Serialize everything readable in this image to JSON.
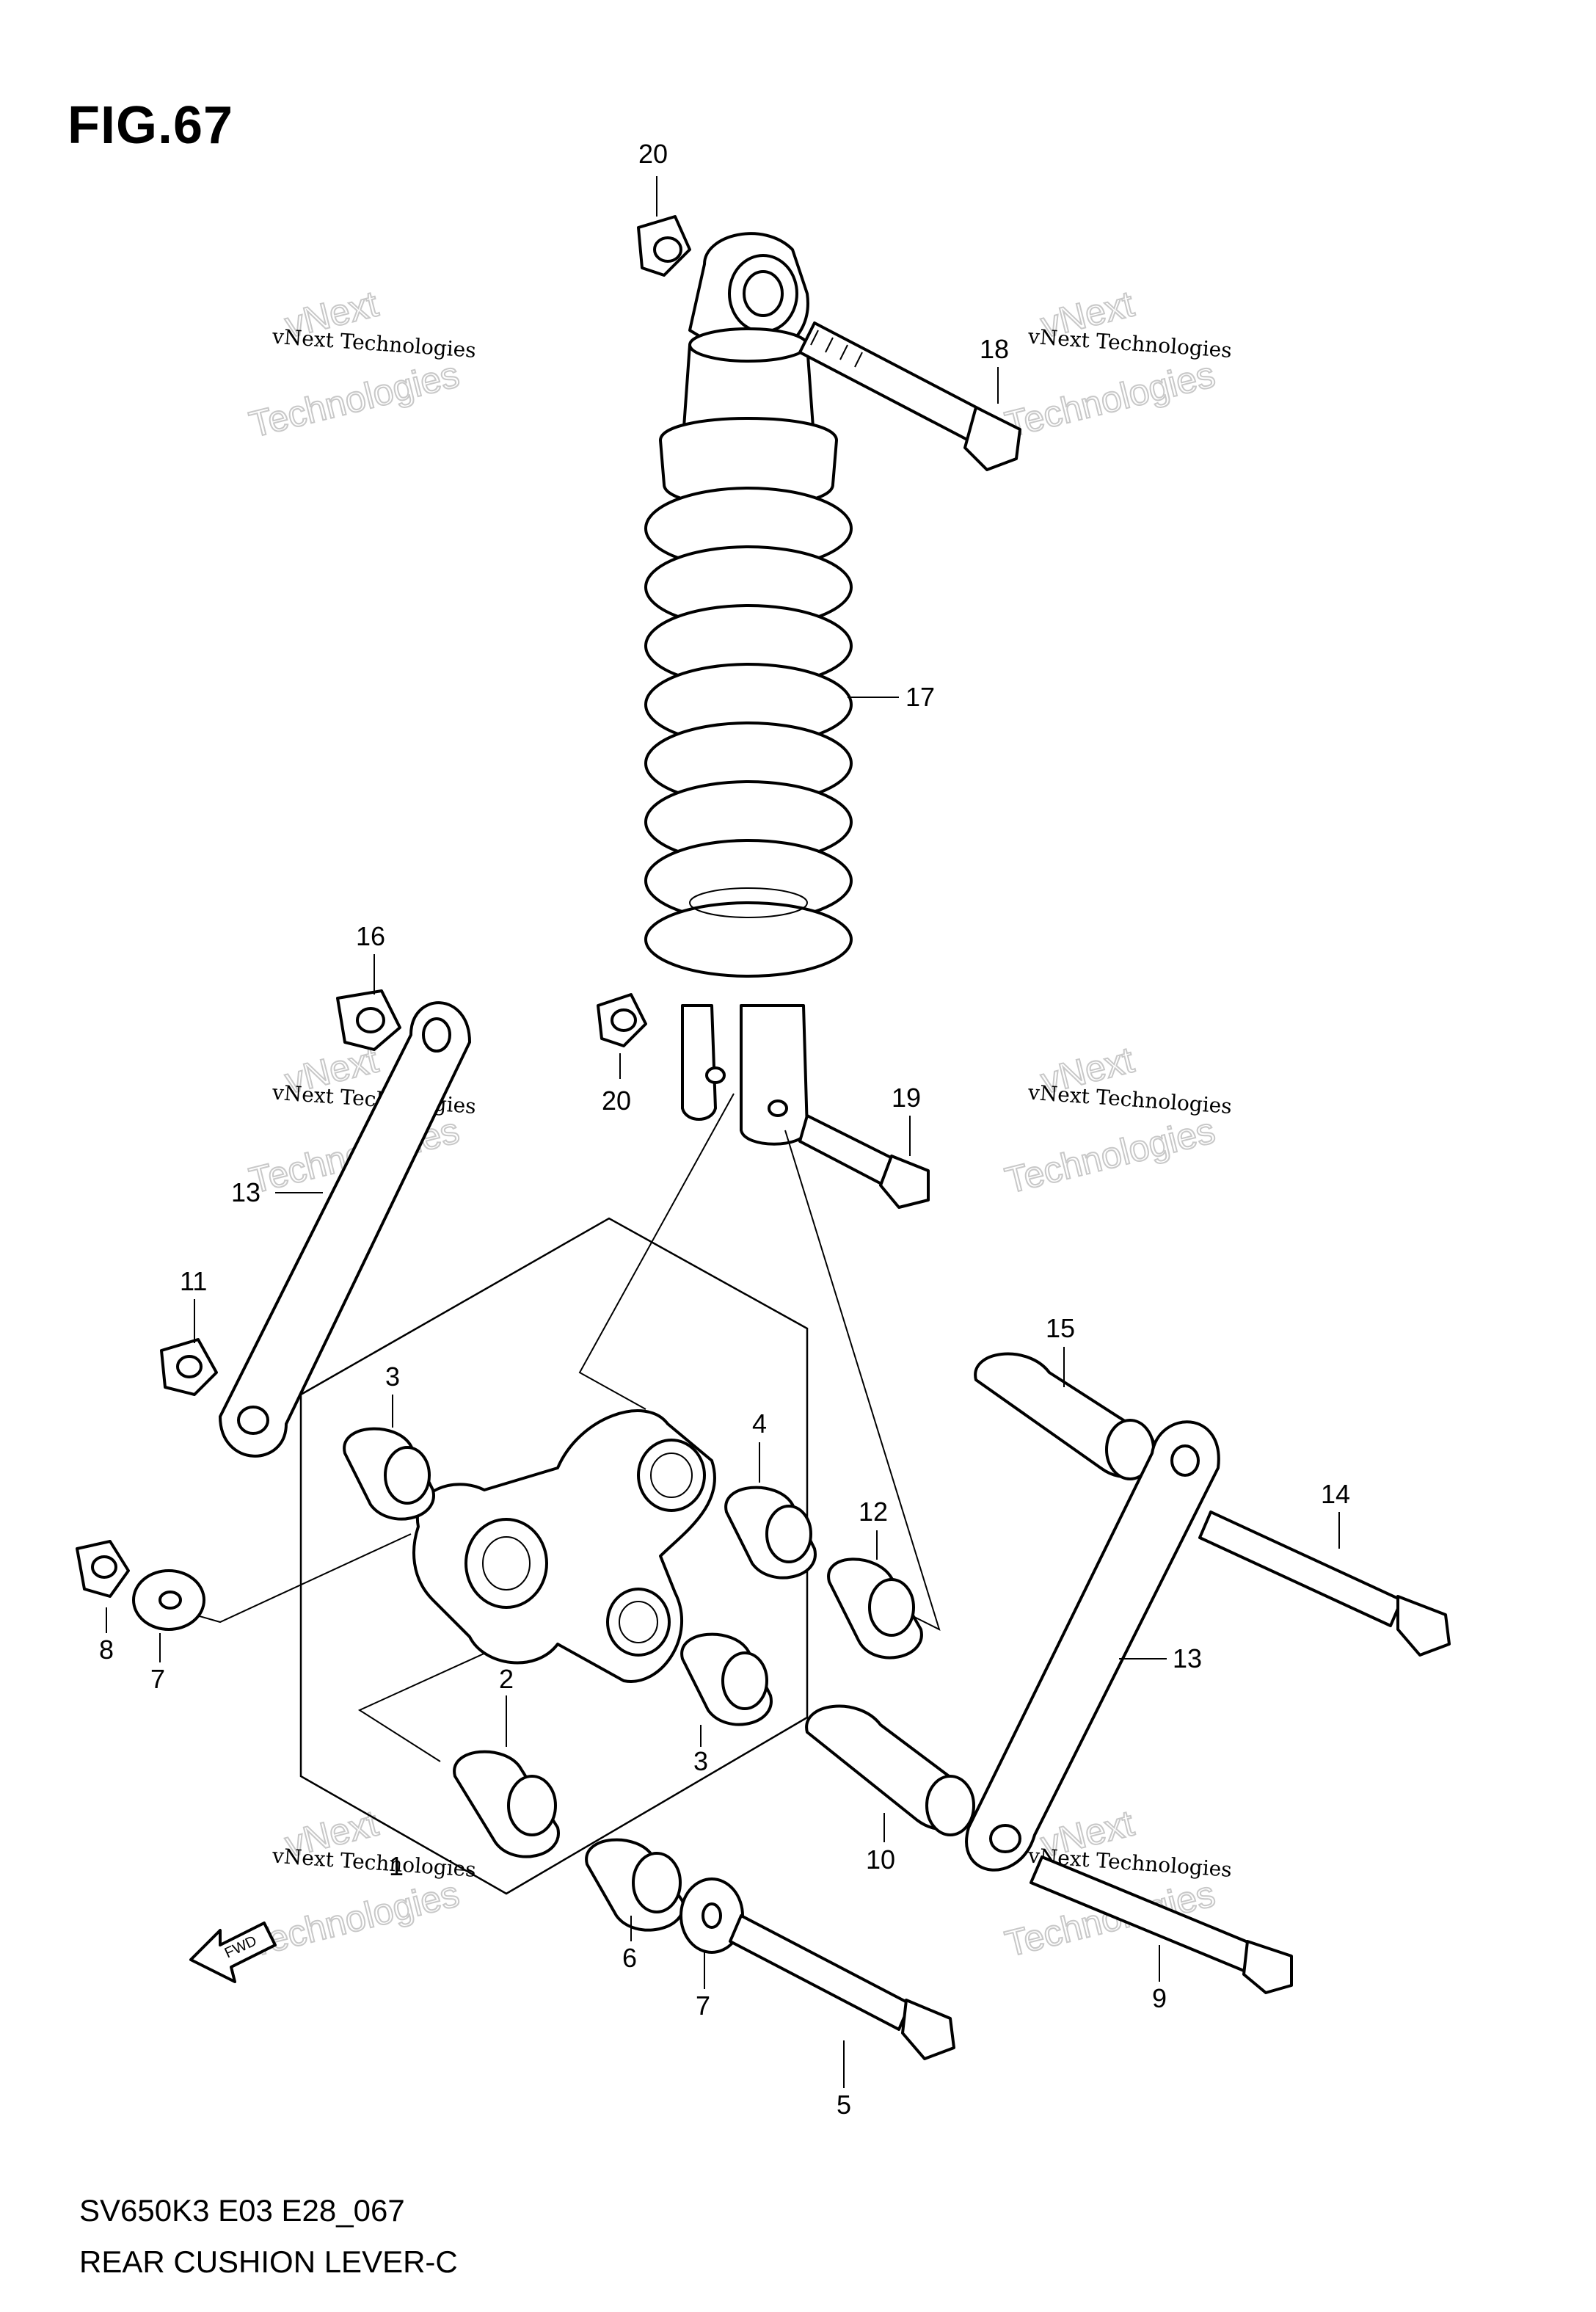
{
  "figure": {
    "title": "FIG.67",
    "code": "SV650K3 E03 E28_067",
    "name": "REAR CUSHION LEVER-C"
  },
  "watermark": {
    "line1": "vNext Technologies",
    "line2": "vNext",
    "line3": "Technologies"
  },
  "fwd_label": "FWD",
  "callouts": [
    "20",
    "18",
    "17",
    "16",
    "20",
    "19",
    "13",
    "11",
    "15",
    "3",
    "4",
    "12",
    "14",
    "8",
    "7",
    "13",
    "2",
    "3",
    "10",
    "6",
    "7",
    "9",
    "5",
    "1"
  ]
}
